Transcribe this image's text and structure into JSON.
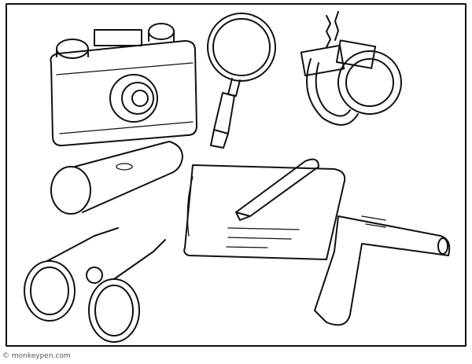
{
  "credit": "© monkeypen.com",
  "items": [
    "camera",
    "magnifying-glass",
    "handcuffs",
    "flashlight",
    "notebook",
    "pen",
    "binoculars",
    "pistol"
  ]
}
